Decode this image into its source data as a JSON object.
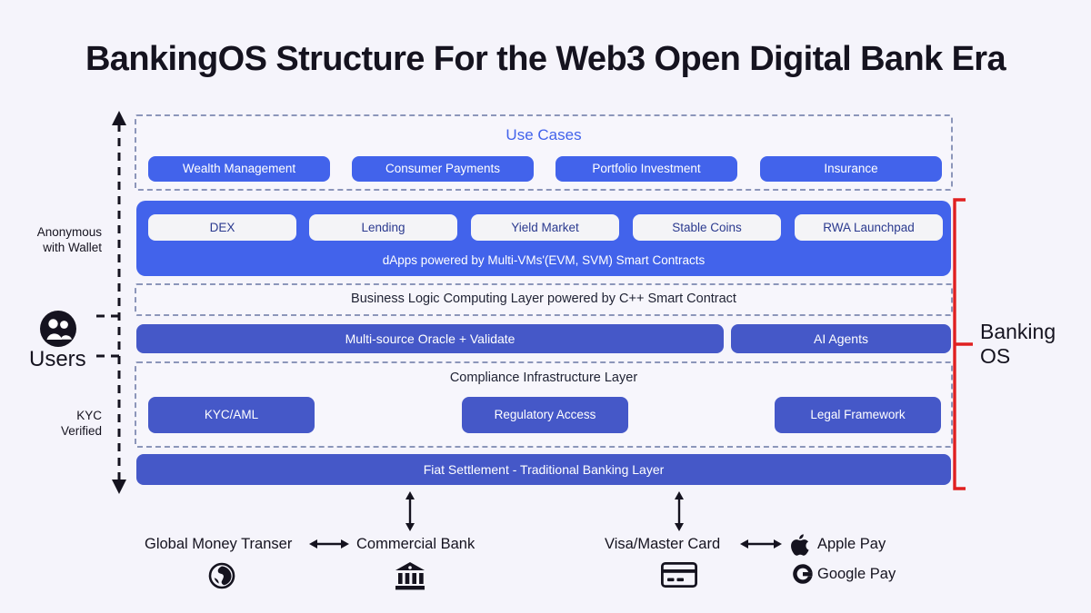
{
  "page": {
    "title": "BankingOS Structure For the Web3 Open Digital Bank Era",
    "background_color": "#F5F4FB",
    "accent_blue": "#4263EB",
    "muted_blue": "#4558C8",
    "bracket_red": "#E02020",
    "dashed_border": "#8C96BA"
  },
  "use_cases": {
    "caption": "Use Cases",
    "items": [
      {
        "label": "Wealth Management"
      },
      {
        "label": "Consumer Payments"
      },
      {
        "label": "Portfolio Investment"
      },
      {
        "label": "Insurance"
      }
    ]
  },
  "dapps": {
    "caption": "dApps powered by Multi-VMs'(EVM, SVM) Smart Contracts",
    "items": [
      {
        "label": "DEX"
      },
      {
        "label": "Lending"
      },
      {
        "label": "Yield Market"
      },
      {
        "label": "Stable Coins"
      },
      {
        "label": "RWA Launchpad"
      }
    ]
  },
  "business_logic": {
    "caption": "Business Logic Computing Layer powered by C++ Smart Contract"
  },
  "oracle_row": {
    "items": [
      {
        "label": "Multi-source Oracle + Validate"
      },
      {
        "label": "AI Agents"
      }
    ]
  },
  "compliance": {
    "caption": "Compliance Infrastructure Layer",
    "items": [
      {
        "label": "KYC/AML"
      },
      {
        "label": "Regulatory Access"
      },
      {
        "label": "Legal Framework"
      }
    ]
  },
  "fiat": {
    "label": "Fiat Settlement - Traditional Banking Layer"
  },
  "left_axis": {
    "top_label_line1": "Anonymous",
    "top_label_line2": "with Wallet",
    "bottom_label_line1": "KYC",
    "bottom_label_line2": "Verified",
    "users_label": "Users",
    "users_icon": "users-icon"
  },
  "right_bracket": {
    "label_line1": "Banking",
    "label_line2": "OS"
  },
  "bottom": {
    "global_money": {
      "label": "Global Money Transer",
      "icon": "globe-icon"
    },
    "commercial_bank": {
      "label": "Commercial Bank",
      "icon": "bank-icon"
    },
    "card": {
      "label": "Visa/Master Card",
      "icon": "credit-card-icon"
    },
    "apple_pay": {
      "label": "Apple Pay",
      "icon": "apple-icon"
    },
    "google_pay": {
      "label": "Google Pay",
      "icon": "google-icon"
    }
  }
}
